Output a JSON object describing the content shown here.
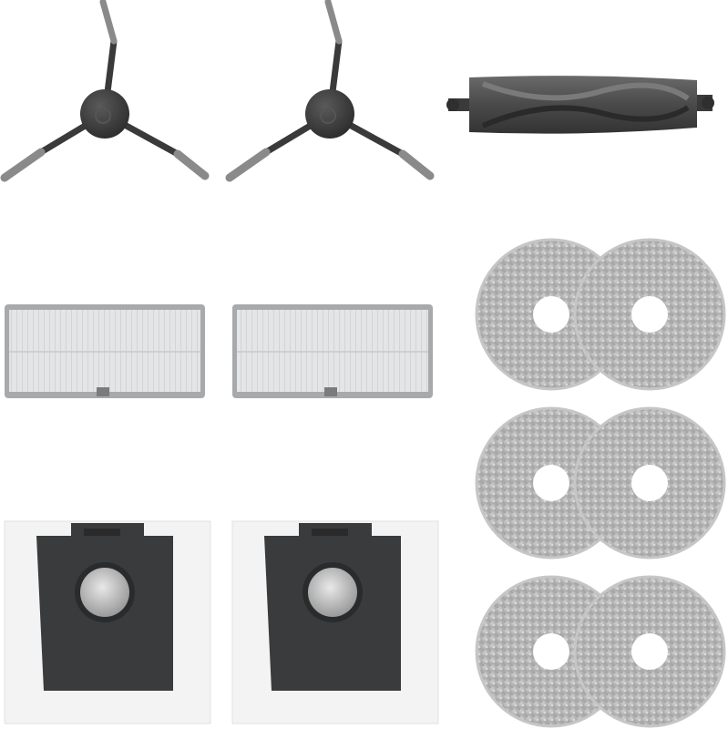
{
  "scene": {
    "background": "#ffffff",
    "colors": {
      "brush_dark": "#3b3b3b",
      "brush_bristle": "#8f8f8f",
      "filter_mesh": "#d9dadc",
      "filter_frame": "#9a9a9c",
      "mop_pad": "#bdbdbd",
      "bag_paper": "#f4f4f4",
      "bag_plate": "#3a3b3d"
    },
    "items": [
      {
        "name": "side-brush",
        "count": 2
      },
      {
        "name": "main-roller-brush",
        "count": 1
      },
      {
        "name": "hepa-filter",
        "count": 2
      },
      {
        "name": "dust-bag",
        "count": 2
      },
      {
        "name": "mop-pad",
        "count": 6
      }
    ]
  }
}
